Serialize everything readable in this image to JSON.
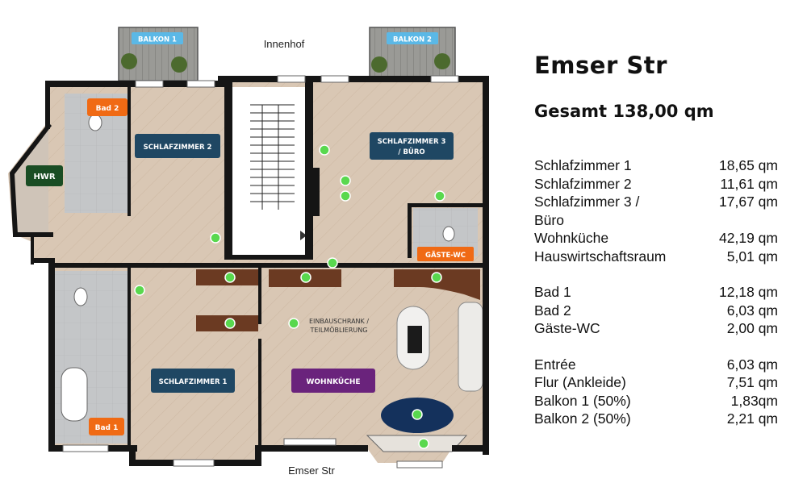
{
  "plan": {
    "street_top": "Innenhof",
    "street_bottom": "Emser Str",
    "labels": {
      "balkon1": "BALKON 1",
      "balkon2": "BALKON 2",
      "bad2": "Bad 2",
      "bad1": "Bad 1",
      "hwr": "HWR",
      "schlafzimmer2": "SCHLAFZIMMER 2",
      "schlafzimmer3_line1": "SCHLAFZIMMER 3",
      "schlafzimmer3_line2": "/ BÜRO",
      "schlafzimmer1": "SCHLAFZIMMER 1",
      "wohnkueche": "WOHNKÜCHE",
      "gaeste_wc": "GÄSTE-WC",
      "einbau_line1": "EINBAUSCHRANK /",
      "einbau_line2": "TEILMÖBLIERUNG"
    },
    "colors": {
      "floor_parquet": "#d9c7b4",
      "bath_tile": "#c7c9cb",
      "label_navy": "#1f4763",
      "label_purple": "#6a237c",
      "label_green": "#1a4d24",
      "label_orange": "#f06a14",
      "label_blue": "#5bb8e6",
      "marker_green": "#59d84e",
      "walnut": "#6b3a22"
    }
  },
  "summary": {
    "address": "Emser Str",
    "total": "Gesamt  138,00 qm",
    "groups": [
      [
        {
          "name": "Schlafzimmer 1",
          "area": "18,65 qm"
        },
        {
          "name": "Schlafzimmer 2",
          "area": "11,61 qm"
        },
        {
          "name": "Schlafzimmer 3 /\nBüro",
          "area": "17,67 qm"
        },
        {
          "name": "Wohnküche",
          "area": "42,19 qm"
        },
        {
          "name": "Hauswirtschaftsraum",
          "area": "5,01 qm"
        }
      ],
      [
        {
          "name": "Bad 1",
          "area": "12,18 qm"
        },
        {
          "name": "Bad 2",
          "area": "6,03 qm"
        },
        {
          "name": "Gäste-WC",
          "area": "2,00 qm"
        }
      ],
      [
        {
          "name": "Entrée",
          "area": "6,03 qm"
        },
        {
          "name": "Flur (Ankleide)",
          "area": "7,51 qm"
        },
        {
          "name": "Balkon 1  (50%)",
          "area": "1,83qm"
        },
        {
          "name": "Balkon 2 (50%)",
          "area": "2,21 qm"
        }
      ]
    ]
  }
}
